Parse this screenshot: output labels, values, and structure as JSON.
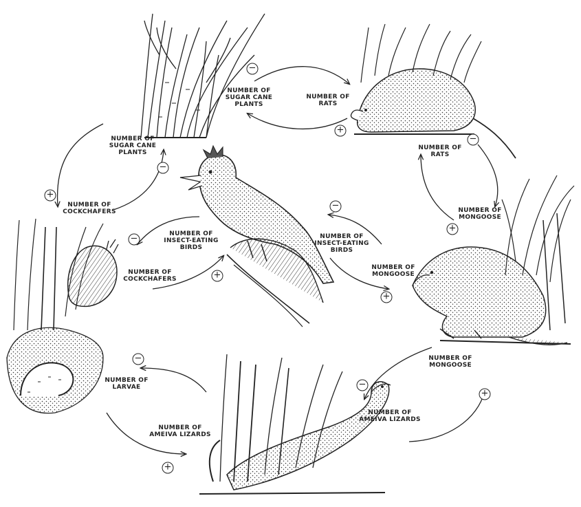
{
  "labels": {
    "sugarcane_top_a": "NUMBER OF\nSUGAR CANE\nPLANTS",
    "rats_top": "NUMBER OF\nRATS",
    "sugarcane_left": "NUMBER OF\nSUGAR CANE\nPLANTS",
    "cockchafers_left": "NUMBER OF\nCOCKCHAFERS",
    "rats_right": "NUMBER OF\nRATS",
    "mongoose_right": "NUMBER OF\nMONGOOSE",
    "birds_left": "NUMBER OF\nINSECT-EATING\nBIRDS",
    "cockchafers_mid": "NUMBER OF\nCOCKCHAFERS",
    "birds_right": "NUMBER OF\nINSECT-EATING\nBIRDS",
    "mongoose_mid": "NUMBER OF\nMONGOOSE",
    "larvae": "NUMBER OF\nLARVAE",
    "lizards_bottom_left": "NUMBER OF\nAMEIVA LIZARDS",
    "mongoose_bottom_right": "NUMBER OF\nMONGOOSE",
    "lizards_bottom_right": "NUMBER OF\nAMEIVA LIZARDS"
  },
  "signs": {
    "top_minus": "−",
    "top_plus": "+",
    "left_minus": "−",
    "left_plus": "+",
    "right_minus": "−",
    "right_plus": "+",
    "birds_left_minus": "−",
    "birds_left_plus": "+",
    "birds_right_minus": "−",
    "birds_right_plus": "+",
    "bottom_left_minus": "−",
    "bottom_left_plus": "+",
    "bottom_right_minus": "−",
    "bottom_right_plus": "+"
  },
  "colors": {
    "ink": "#222222",
    "paper": "#ffffff",
    "shade": "#555555"
  }
}
